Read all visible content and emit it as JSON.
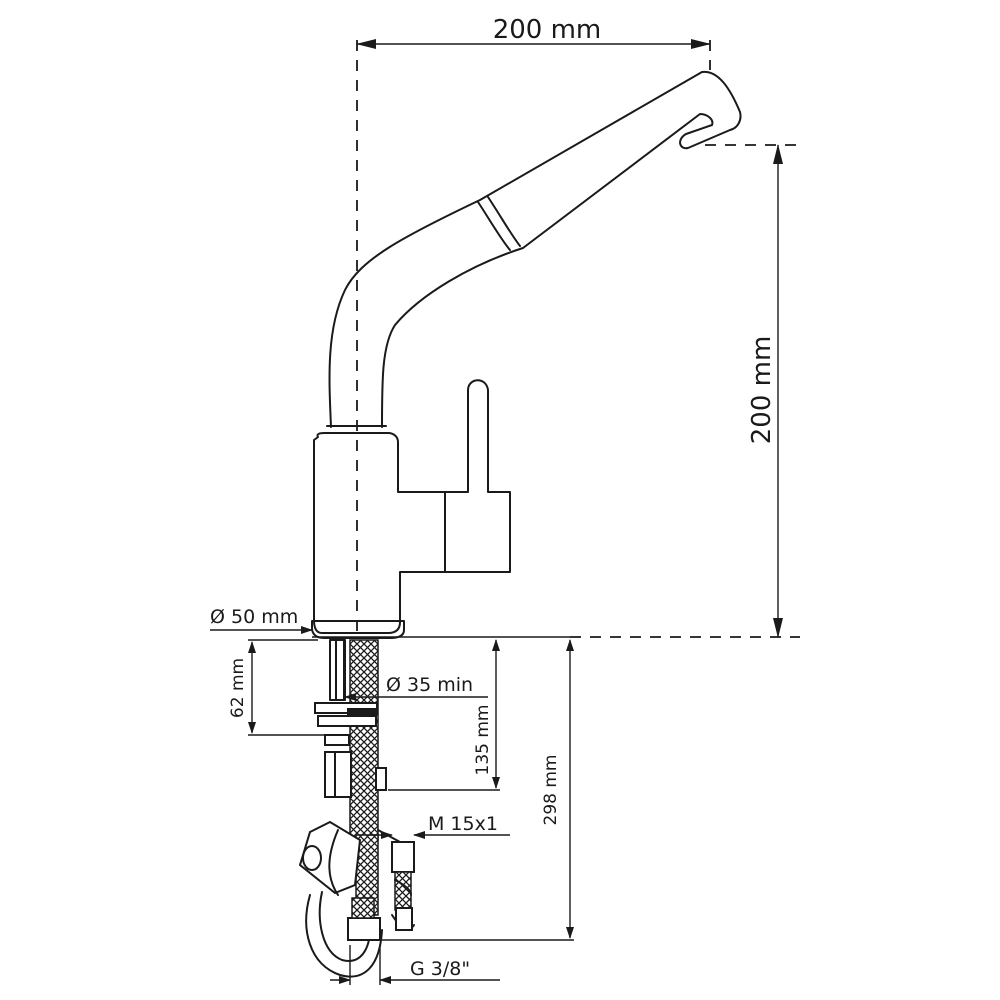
{
  "dimensions": {
    "width_top": "200 mm",
    "height_right": "200 mm",
    "base_diameter": "Ø 50 mm",
    "hole_diameter": "Ø 35 min",
    "mount_depth": "62 mm",
    "thread_height": "135 mm",
    "hose_length": "298 mm",
    "thread_metric": "M 15x1",
    "thread_pipe": "G 3/8\""
  }
}
